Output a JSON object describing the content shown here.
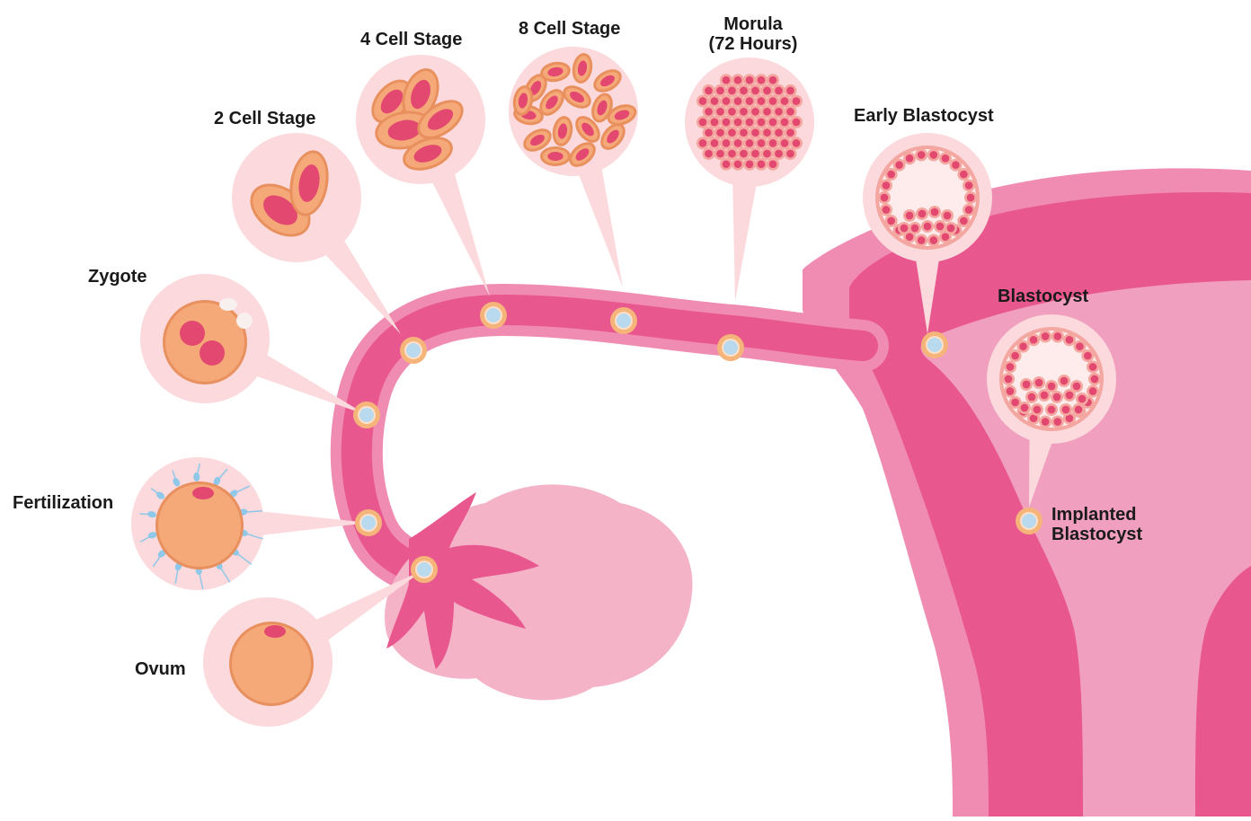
{
  "diagram": {
    "stages": [
      {
        "id": "ovum",
        "label": "Ovum"
      },
      {
        "id": "fertilization",
        "label": "Fertilization"
      },
      {
        "id": "zygote",
        "label": "Zygote"
      },
      {
        "id": "two-cell",
        "label": "2 Cell Stage"
      },
      {
        "id": "four-cell",
        "label": "4 Cell Stage"
      },
      {
        "id": "eight-cell",
        "label": "8 Cell Stage"
      },
      {
        "id": "morula",
        "label": "Morula",
        "sublabel": "(72 Hours)"
      },
      {
        "id": "early-blastocyst",
        "label": "Early Blastocyst"
      },
      {
        "id": "blastocyst",
        "label": "Blastocyst"
      },
      {
        "id": "implanted-blastocyst",
        "label": "Implanted",
        "sublabel": "Blastocyst"
      }
    ],
    "colors": {
      "uterus_outer": "#f08bb2",
      "uterus_wall": "#e8578d",
      "uterus_inner": "#f19fbf",
      "tube": "#e85a90",
      "ovary": "#f5b3c8",
      "bubble": "#fbd9dc",
      "cell_fill": "#f5a878",
      "nucleus": "#e34970",
      "marker_ring": "#f5b47a",
      "marker_core": "#b9d9ef",
      "sperm": "#8fc8e8"
    }
  }
}
